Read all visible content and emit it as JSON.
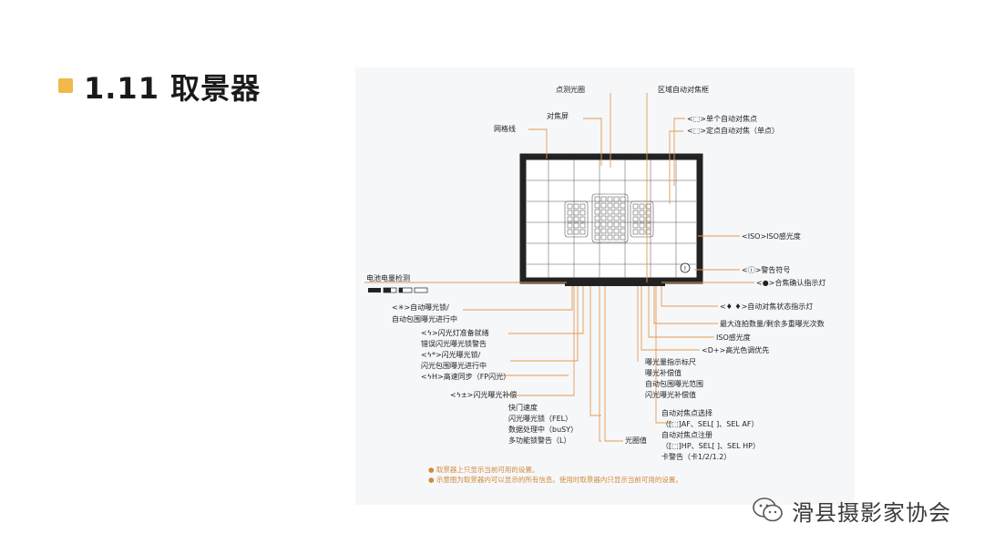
{
  "slide": {
    "title": "1.11  取景器",
    "colors": {
      "bullet": "#f0b94a",
      "leader": "#e39b50",
      "note": "#d28b3a"
    }
  },
  "figure": {
    "labels": {
      "spot_circle": "点测光圈",
      "area_af_frame": "区域自动对焦框",
      "focusing_screen": "对焦屏",
      "grid_lines": "网格线",
      "single_af_point": "<⬚>单个自动对焦点",
      "spot_af_point": "<⬚>定点自动对焦（单点）",
      "iso": "<ISO>ISO感光度",
      "warning": "<ⓘ>警告符号",
      "focus_confirm": "<●>合焦确认指示灯",
      "battery_check": "电池电量检测",
      "ae_lock": "<✳>自动曝光锁/",
      "aeb_in_progress": "自动包围曝光进行中",
      "af_status": "<♦ ♦>自动对焦状态指示灯",
      "max_burst": "最大连拍数量/剩余多重曝光次数",
      "flash_ready": "<ϟ>闪光灯准备就绪",
      "fel_warning": "错误闪光曝光锁警告",
      "iso_speed": "ISO感光度",
      "fe_lock": "<ϟ*>闪光曝光锁/",
      "feb_in_progress": "闪光包围曝光进行中",
      "highlight_tone": "<D+>高光色调优先",
      "hss": "<ϟH>高速同步（FP闪光）",
      "meter_scale": "曝光量指示标尺",
      "exposure_comp": "曝光补偿值",
      "aeb_range": "自动包围曝光范围",
      "flash_comp_value": "闪光曝光补偿值",
      "flash_comp": "<ϟ±>闪光曝光补偿",
      "shutter_speed": "快门速度",
      "fel": "闪光曝光锁（FEL）",
      "busy": "数据处理中（buSY）",
      "multi_lock": "多功能锁警告（L）",
      "aperture": "光圈值",
      "af_point_select": "自动对焦点选择",
      "af_sel": "（[⬚]AF、SEL[ ]、SEL AF）",
      "af_register": "自动对焦点注册",
      "hp_sel": "（[⬚]HP、SEL[ ]、SEL HP）",
      "card_warning": "卡警告（卡1/2/1.2）"
    },
    "notes": [
      "● 取景器上只显示当前可用的设置。",
      "● 示意图为取景器内可以显示的所有信息。使用时取景器内只显示当前可用的设置。"
    ]
  },
  "watermark": {
    "text": "滑县摄影家协会",
    "icon": "wechat-icon"
  }
}
